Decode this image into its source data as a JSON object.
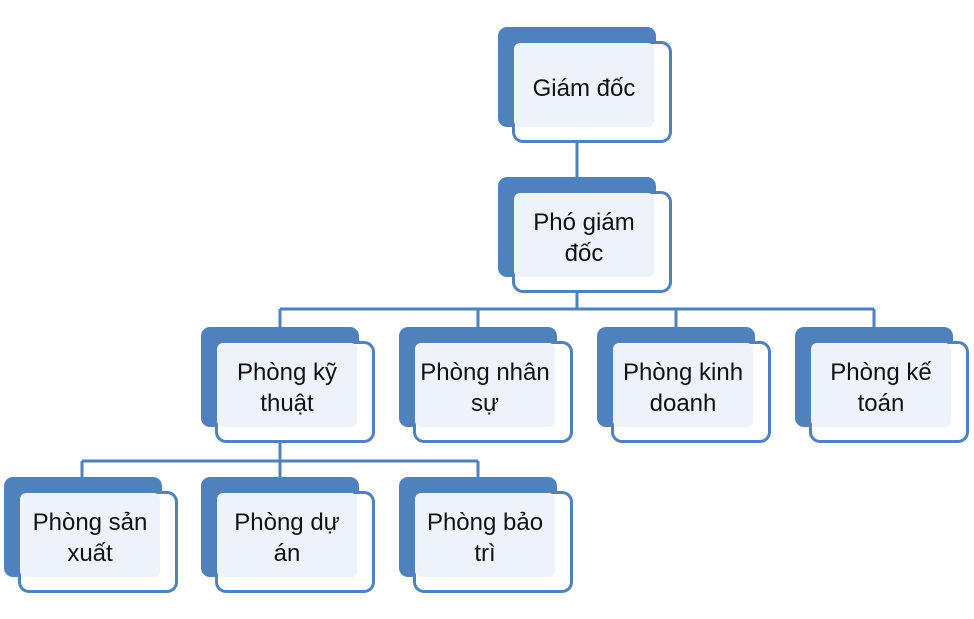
{
  "colors": {
    "accent": "#4f81bd",
    "card_fill": "#eef2f9",
    "text": "#111111"
  },
  "org_chart": {
    "director": {
      "label": "Giám đốc"
    },
    "deputy_director": {
      "label": "Phó giám đốc"
    },
    "departments": [
      {
        "label": "Phòng kỹ thuật"
      },
      {
        "label": "Phòng nhân sự"
      },
      {
        "label": "Phòng kinh doanh"
      },
      {
        "label": "Phòng kế toán"
      }
    ],
    "technical_subunits": [
      {
        "label": "Phòng sản xuất"
      },
      {
        "label": "Phòng dự án"
      },
      {
        "label": "Phòng bảo trì"
      }
    ]
  }
}
